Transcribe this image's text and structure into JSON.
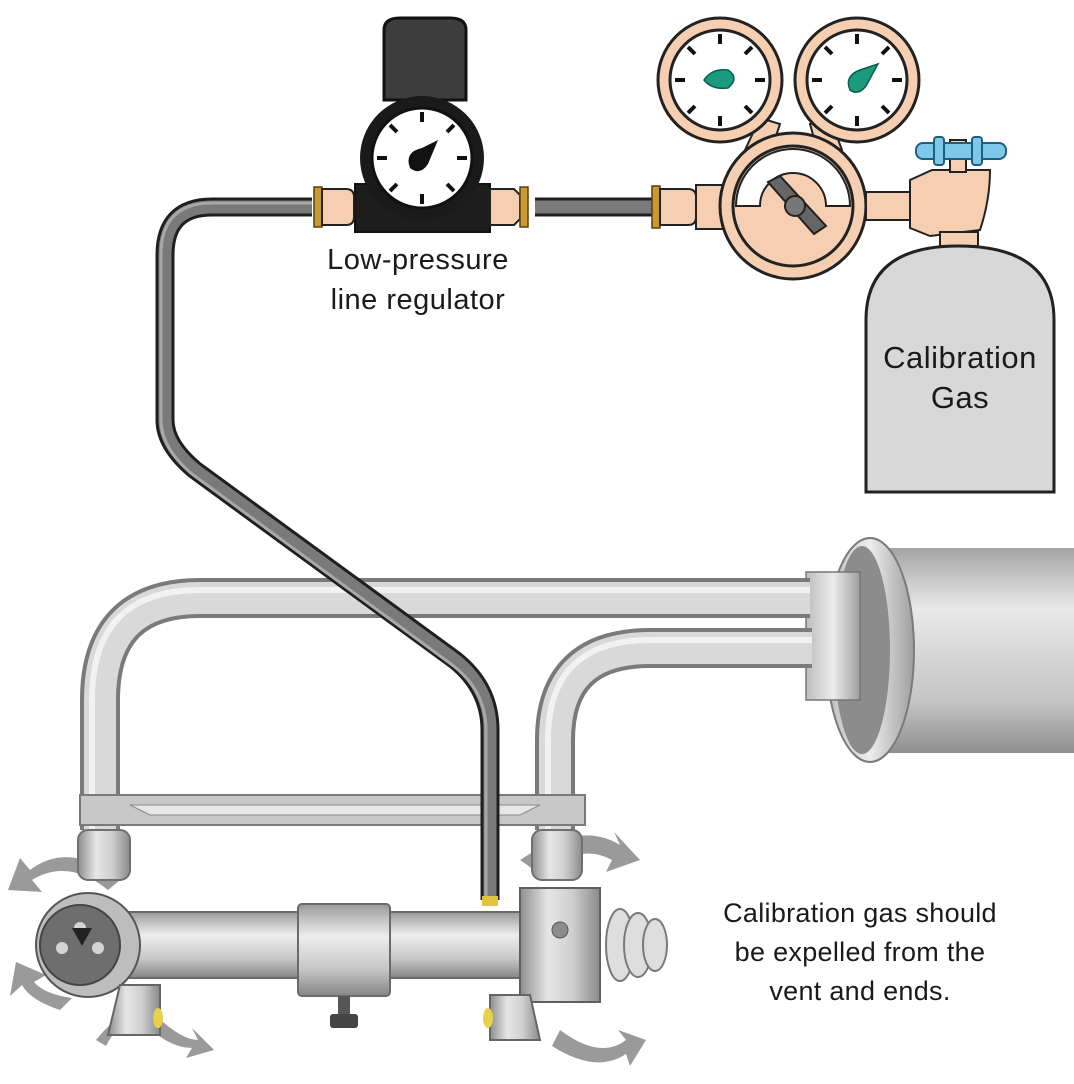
{
  "labels": {
    "regulator": {
      "line1": "Low-pressure",
      "line2": "line regulator"
    },
    "cylinder": {
      "line1": "Calibration",
      "line2": "Gas"
    },
    "note": {
      "line1": "Calibration gas should",
      "line2": "be expelled from the",
      "line3": "vent and ends."
    }
  },
  "colors": {
    "brass": "#f6cfb2",
    "gauge_needle": "#1a9a7e",
    "valve_handle": "#7ec8ec",
    "cylinder_body": "#d8d8d8",
    "tubing": "#7a7a7a",
    "metal_pipe": "#bfbfbf",
    "arrow": "#9a9a9a",
    "fitting_gold": "#c99a2e"
  }
}
